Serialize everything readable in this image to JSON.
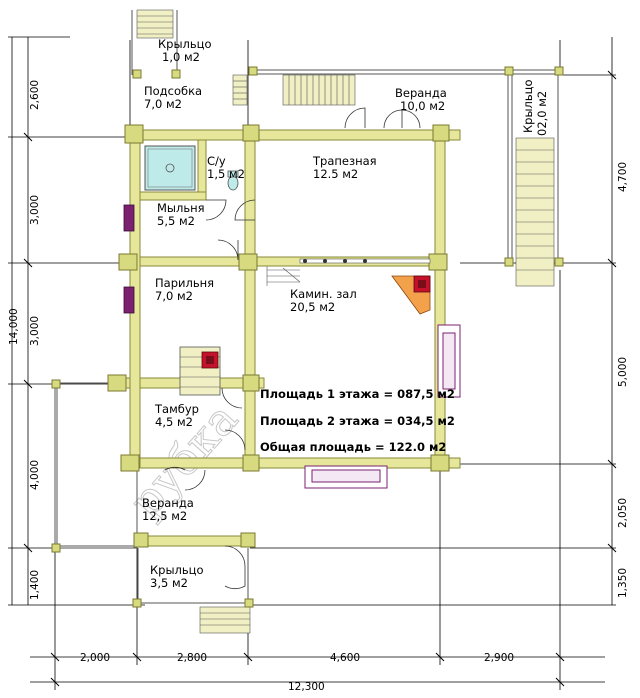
{
  "rooms": {
    "kryltso_top": {
      "name": "Крыльцо",
      "area": "1,0 м2"
    },
    "podsobka": {
      "name": "Подсобка",
      "area": "7,0 м2"
    },
    "veranda_top": {
      "name": "Веранда",
      "area": "10,0 м2"
    },
    "kryltso_right": {
      "name": "Крыльцо",
      "area": "02,0 м2"
    },
    "su": {
      "name": "С/у",
      "area": "1,5 м2"
    },
    "trapeznaya": {
      "name": "Трапезная",
      "area": "12.5 м2"
    },
    "mylnya": {
      "name": "Мыльня",
      "area": "5,5 м2"
    },
    "parilnya": {
      "name": "Парильня",
      "area": "7,0 м2"
    },
    "kamin_zal": {
      "name": "Камин. зал",
      "area": "20,5 м2"
    },
    "tambur": {
      "name": "Тамбур",
      "area": "4,5 м2"
    },
    "veranda_bot": {
      "name": "Веранда",
      "area": "12,5 м2"
    },
    "kryltso_bot": {
      "name": "Крыльцо",
      "area": "3,5 м2"
    }
  },
  "summary": {
    "floor1": "Площадь 1 этажа = 087,5 м2",
    "floor2": "Площадь 2 этажа = 034,5 м2",
    "total": "Общая площадь  = 122.0 м2"
  },
  "dimensions": {
    "left_outer": "14,000",
    "left": [
      "2,600",
      "3,000",
      "3,000",
      "4,000",
      "1,400"
    ],
    "right": [
      "4,700",
      "5,000",
      "2,050",
      "1,350"
    ],
    "bottom": [
      "2,000",
      "2,800",
      "4,600",
      "2,900"
    ],
    "bottom_total": "12,300"
  },
  "watermark": "рубка",
  "colors": {
    "wall": "#e6e79a",
    "wall_stroke": "#8a8a3a",
    "chimney": "#7a2270",
    "fireplace": "#f3a14a",
    "stove_red": "#c4122a",
    "shower": "#bfeaea",
    "stairs": "#f1f0c4"
  }
}
